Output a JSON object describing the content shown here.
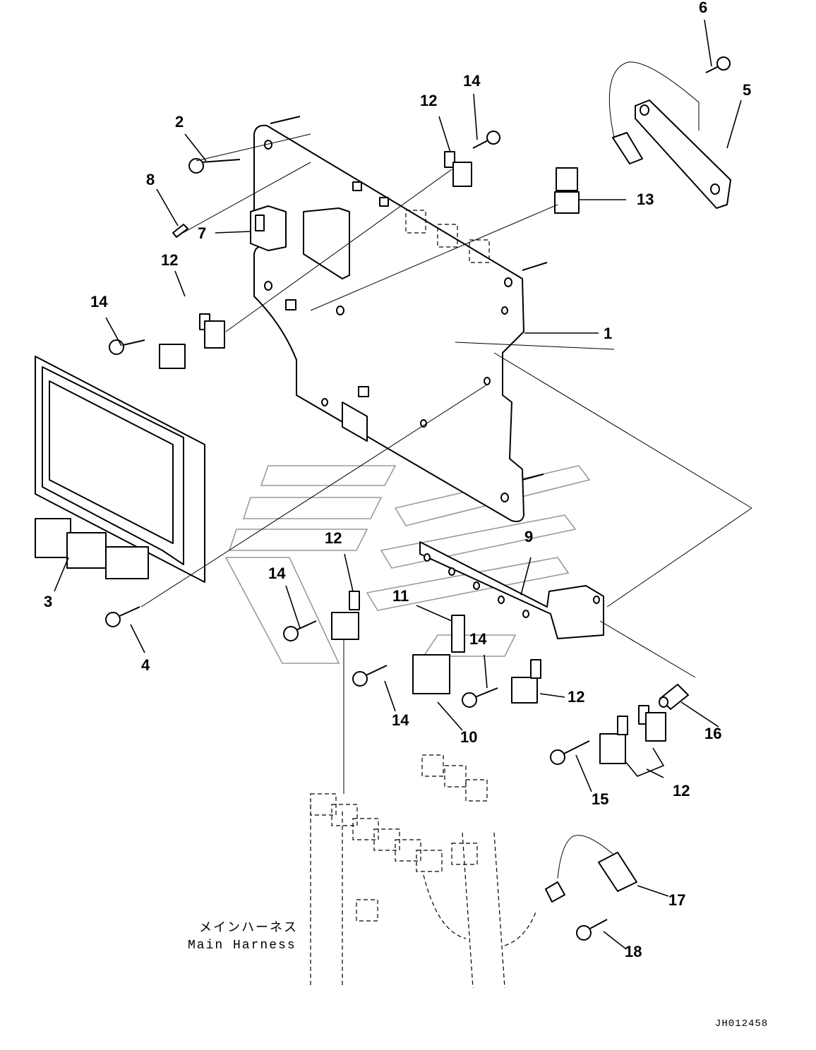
{
  "diagram": {
    "drawing_code": "JH012458",
    "harness_note": {
      "japanese": "メインハーネス",
      "english": "Main Harness"
    },
    "callouts": [
      {
        "id": "c1",
        "label": "1",
        "part": "mounting-bracket-plate"
      },
      {
        "id": "c2",
        "label": "2",
        "part": "long-bolt"
      },
      {
        "id": "c3",
        "label": "3",
        "part": "controller-unit"
      },
      {
        "id": "c4",
        "label": "4",
        "part": "bolt"
      },
      {
        "id": "c5",
        "label": "5",
        "part": "sensor-bracket-with-cable"
      },
      {
        "id": "c6",
        "label": "6",
        "part": "bolt"
      },
      {
        "id": "c7",
        "label": "7",
        "part": "connector"
      },
      {
        "id": "c8",
        "label": "8",
        "part": "clip"
      },
      {
        "id": "c9",
        "label": "9",
        "part": "relay-bracket"
      },
      {
        "id": "c10",
        "label": "10",
        "part": "large-relay"
      },
      {
        "id": "c11",
        "label": "11",
        "part": "clip-bracket"
      },
      {
        "id": "c12a",
        "label": "12",
        "part": "relay"
      },
      {
        "id": "c12b",
        "label": "12",
        "part": "relay"
      },
      {
        "id": "c12c",
        "label": "12",
        "part": "relay"
      },
      {
        "id": "c12d",
        "label": "12",
        "part": "relay"
      },
      {
        "id": "c12e",
        "label": "12",
        "part": "relay"
      },
      {
        "id": "c13",
        "label": "13",
        "part": "connector-block"
      },
      {
        "id": "c14a",
        "label": "14",
        "part": "bolt"
      },
      {
        "id": "c14b",
        "label": "14",
        "part": "bolt"
      },
      {
        "id": "c14c",
        "label": "14",
        "part": "bolt"
      },
      {
        "id": "c14d",
        "label": "14",
        "part": "bolt"
      },
      {
        "id": "c14e",
        "label": "14",
        "part": "bolt"
      },
      {
        "id": "c15",
        "label": "15",
        "part": "bolt"
      },
      {
        "id": "c16",
        "label": "16",
        "part": "spacer-collar"
      },
      {
        "id": "c17",
        "label": "17",
        "part": "sensor-with-cable"
      },
      {
        "id": "c18",
        "label": "18",
        "part": "bolt"
      }
    ]
  }
}
